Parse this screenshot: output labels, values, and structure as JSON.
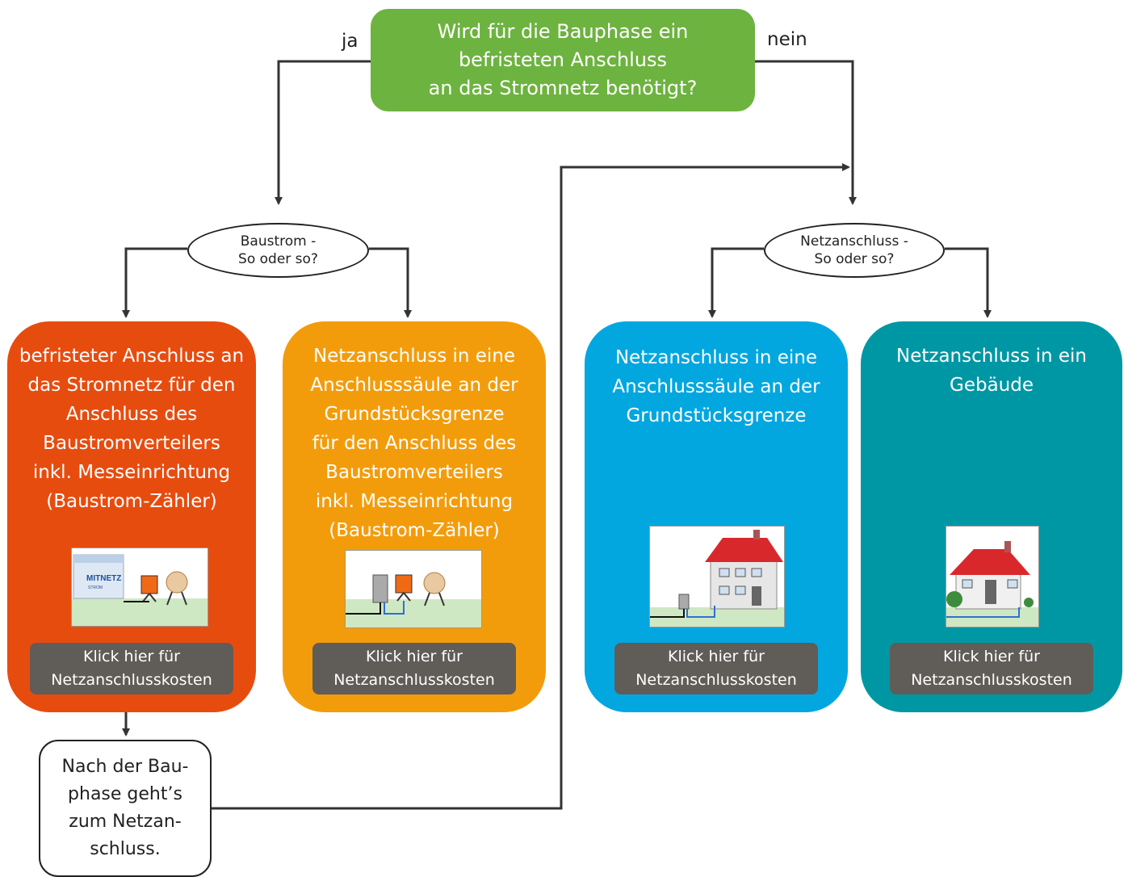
{
  "question": {
    "lines": [
      "Wird für die Bauphase ein",
      "befristeten Anschluss",
      "an das Stromnetz benötigt?"
    ],
    "color": "#6db33f"
  },
  "labels": {
    "yes": "ja",
    "no": "nein"
  },
  "decision_left": {
    "lines": [
      "Baustrom -",
      "So oder so?"
    ]
  },
  "decision_right": {
    "lines": [
      "Netzanschluss -",
      "So oder so?"
    ]
  },
  "options": [
    {
      "lines": [
        "befristeter Anschluss an",
        "das Stromnetz für den",
        "Anschluss des",
        "Baustromverteilers",
        "inkl. Messeinrichtung",
        "(Baustrom-Zähler)"
      ],
      "color": "#e74c0f",
      "image_logo": "MITNETZ",
      "image_logo_sub": "STROM",
      "button": [
        "Klick hier für",
        "Netzanschlusskosten"
      ]
    },
    {
      "lines": [
        "Netzanschluss in eine",
        "Anschlusssäule an der",
        "Grundstücksgrenze",
        "für den Anschluss des",
        "Baustromverteilers",
        "inkl. Messeinrichtung",
        "(Baustrom-Zähler)"
      ],
      "color": "#f39c0b",
      "button": [
        "Klick hier für",
        "Netzanschlusskosten"
      ]
    },
    {
      "lines": [
        "Netzanschluss in eine",
        "Anschlusssäule an der",
        "Grundstücksgrenze"
      ],
      "color": "#02a7e0",
      "button": [
        "Klick hier für",
        "Netzanschlusskosten"
      ]
    },
    {
      "lines": [
        "Netzanschluss in ein",
        "Gebäude"
      ],
      "color": "#0097a4",
      "button": [
        "Klick hier für",
        "Netzanschlusskosten"
      ]
    }
  ],
  "after_construction": {
    "lines": [
      "Nach der Bau-",
      "phase geht’s",
      "zum Netzan-",
      "schluss."
    ]
  },
  "button_color": "#605c58"
}
